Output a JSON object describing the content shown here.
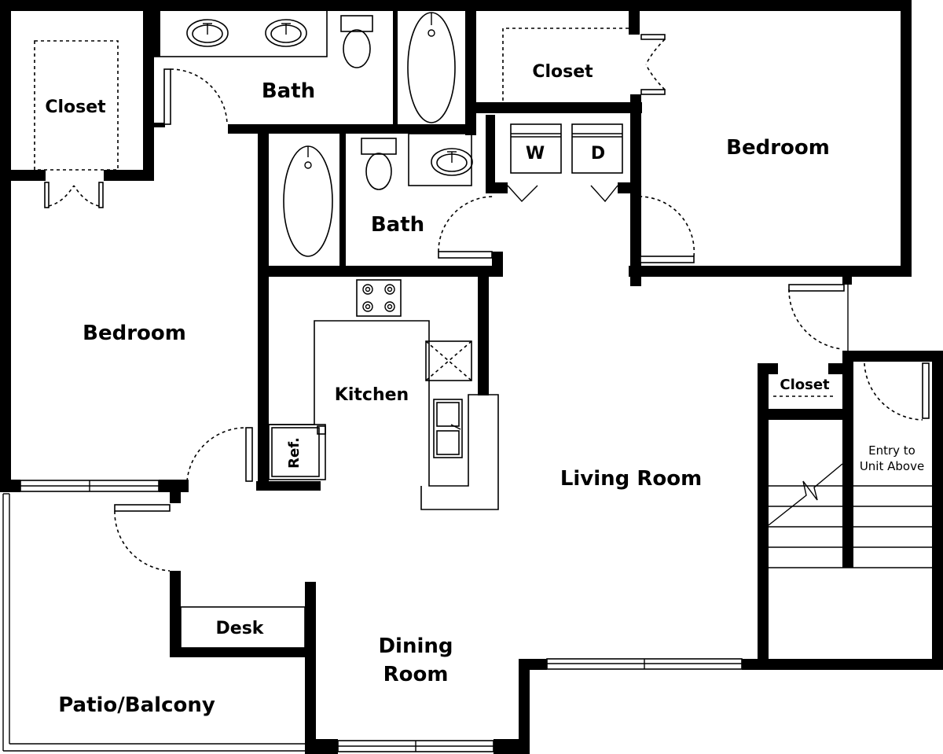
{
  "rooms": {
    "closet_left": "Closet",
    "bath_top": "Bath",
    "closet_top_right": "Closet",
    "bedroom_right": "Bedroom",
    "washer": "W",
    "dryer": "D",
    "bath_middle": "Bath",
    "bedroom_left": "Bedroom",
    "kitchen": "Kitchen",
    "refrigerator": "Ref.",
    "living_room": "Living Room",
    "closet_small": "Closet",
    "entry_line1": "Entry to",
    "entry_line2": "Unit Above",
    "desk": "Desk",
    "dining_line1": "Dining",
    "dining_line2": "Room",
    "patio": "Patio/Balcony"
  }
}
